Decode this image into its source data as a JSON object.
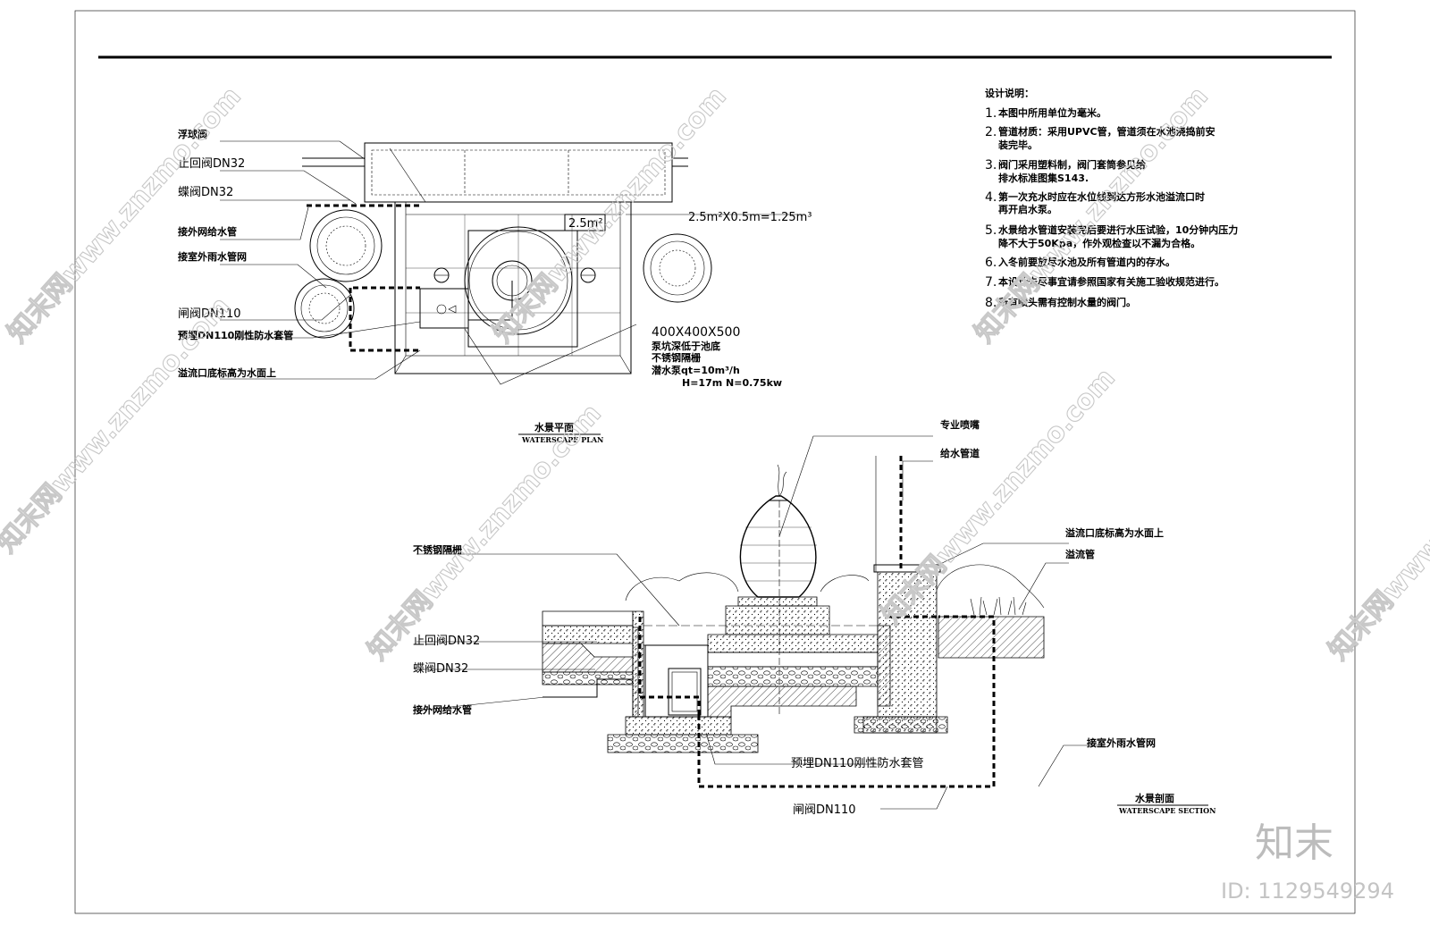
{
  "plan": {
    "labels": {
      "float_valve": "浮球阀",
      "check_valve": "止回阀DN32",
      "butterfly_valve": "蝶阀DN32",
      "ext_supply": "接外网给水管",
      "ext_drain": "接室外雨水管网",
      "gate_valve": "闸阀DN110",
      "sleeve": "预埋DN110刚性防水套管",
      "overflow": "溢流口底标高为水面上",
      "area": "2.5m²",
      "volume": "2.5m²X0.5m=1.25m³",
      "pit_size": "400X400X500",
      "pit_note1": "泵坑深低于池底",
      "pit_note2": "不锈钢隔栅",
      "pump": "潜水泵qt=10m³/h",
      "pump_spec": "H=17m  N=0.75kw"
    },
    "title": "水景平面",
    "subtitle": "WATERSCAPE PLAN"
  },
  "notes": {
    "heading": "设计说明：",
    "items": [
      {
        "num": "1.",
        "lines": [
          "本图中所用单位为毫米。"
        ]
      },
      {
        "num": "2.",
        "lines": [
          "管道材质：采用UPVC管，管道须在水池浇捣前安",
          "装完毕。"
        ]
      },
      {
        "num": "3.",
        "lines": [
          "阀门采用塑料制，阀门套筒参见给",
          "排水标准图集S143."
        ]
      },
      {
        "num": "4.",
        "lines": [
          "第一次充水时应在水位线到达方形水池溢流口时",
          "再开启水泵。"
        ]
      },
      {
        "num": "5.",
        "lines": [
          "水景给水管道安装完后要进行水压试验，10分钟内压力",
          "降不大于50Kpa，作外观检查以不漏为合格。"
        ]
      },
      {
        "num": "6.",
        "lines": [
          "入冬前要放尽水池及所有管道内的存水。"
        ]
      },
      {
        "num": "7.",
        "lines": [
          "本设计未尽事宜请参照国家有关施工验收规范进行。"
        ]
      },
      {
        "num": "8.",
        "lines": [
          "所有喷头需有控制水量的阀门。"
        ]
      }
    ]
  },
  "section": {
    "labels": {
      "nozzle": "专业喷嘴",
      "supply_pipe": "给水管道",
      "overflow": "溢流口底标高为水面上",
      "overflow_pipe": "溢流管",
      "grille": "不锈钢隔栅",
      "check_valve": "止回阀DN32",
      "butterfly_valve": "蝶阀DN32",
      "ext_supply": "接外网给水管",
      "ext_drain": "接室外雨水管网",
      "sleeve": "预埋DN110刚性防水套管",
      "gate_valve": "闸阀DN110"
    },
    "title": "水景剖面",
    "subtitle": "WATERSCAPE SECTION"
  },
  "watermark": {
    "text": "知末网www.znzmo.com",
    "brand": "知末",
    "id": "ID: 1129549294"
  }
}
